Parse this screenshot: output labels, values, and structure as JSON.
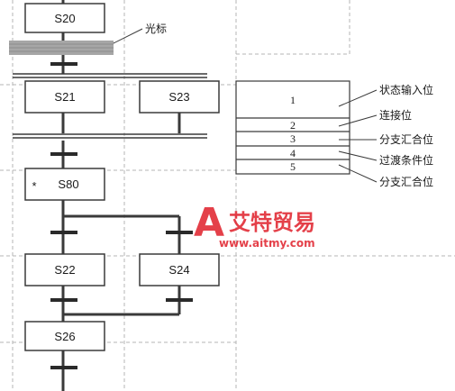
{
  "steps": {
    "s20": "S20",
    "s21": "S21",
    "s23": "S23",
    "s80": "S80",
    "s80_mark": "*",
    "s22": "S22",
    "s24": "S24",
    "s26": "S26"
  },
  "cursor_label": "光标",
  "cell_numbers": [
    "1",
    "2",
    "3",
    "4",
    "5"
  ],
  "legend_labels": [
    "状态输入位",
    "连接位",
    "分支汇合位",
    "过渡条件位",
    "分支汇合位"
  ],
  "watermark": {
    "logo_letter": "A",
    "brand": "艾特贸易",
    "url": "www.aitmy.com"
  },
  "colors": {
    "line": "#3a3a3a",
    "grid": "#b4b4b4",
    "cursor_fill": "#a6a6a6",
    "watermark_red": "#e01f2a"
  }
}
